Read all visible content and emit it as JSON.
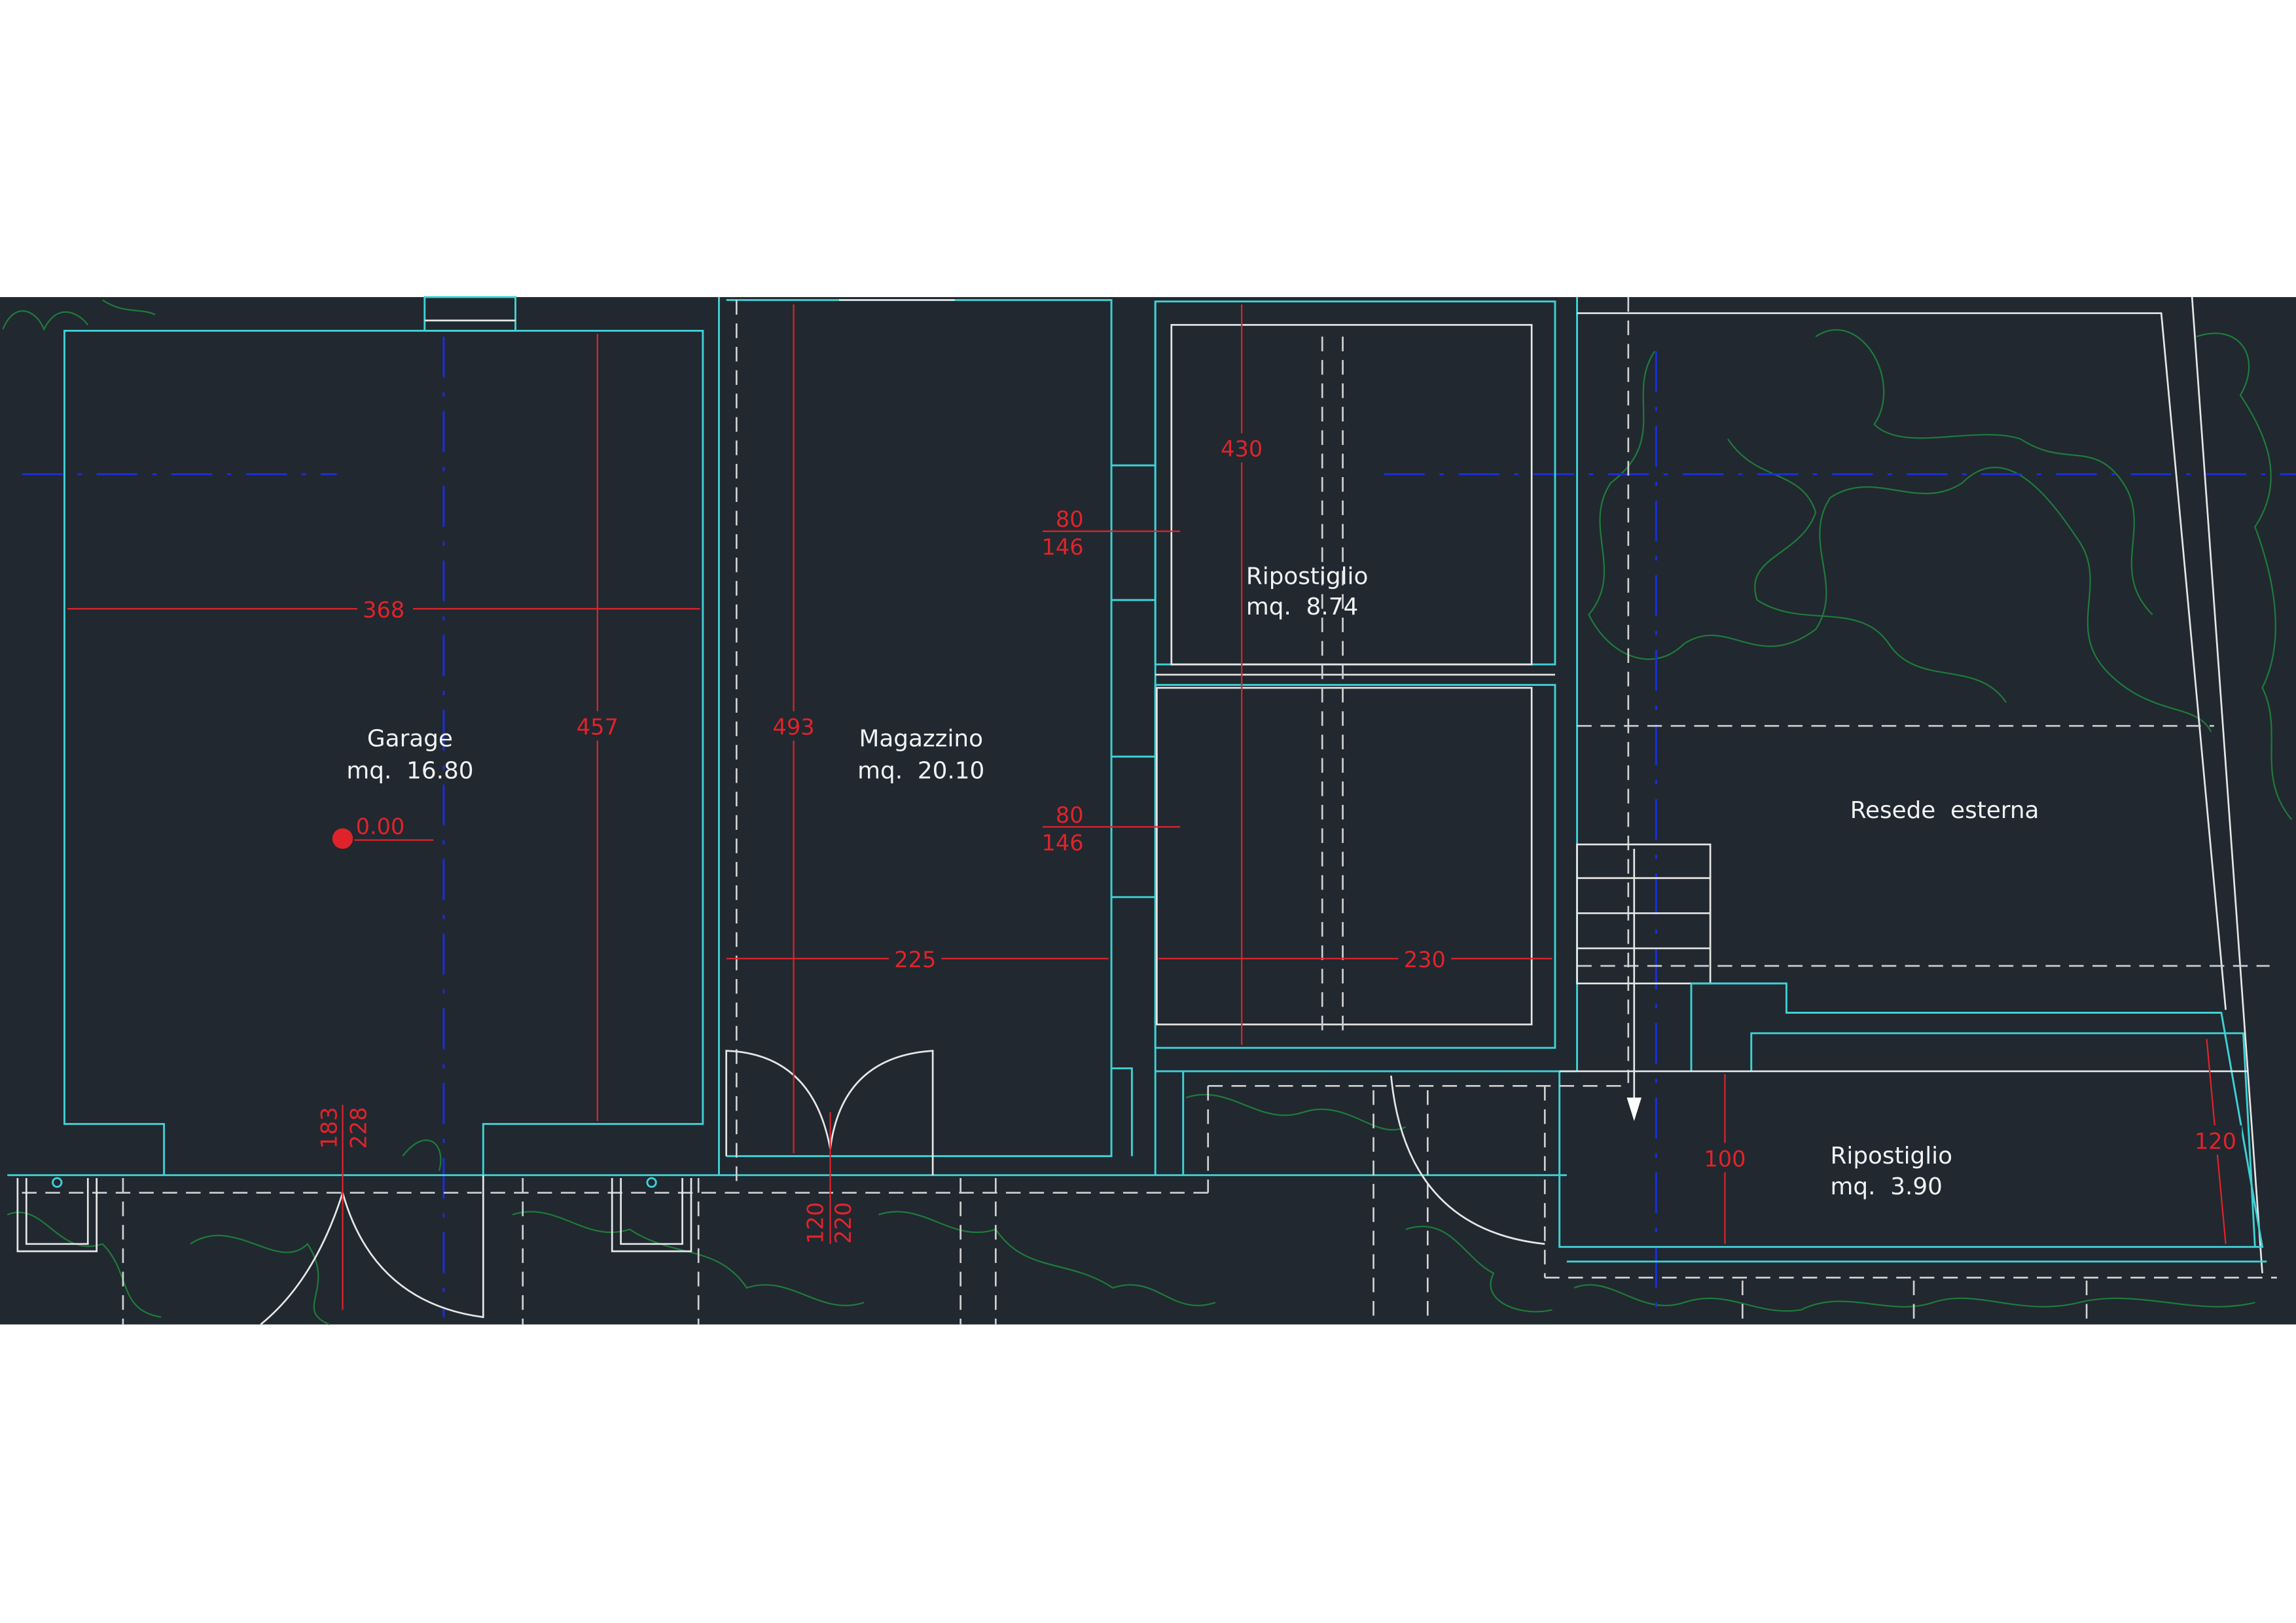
{
  "drawing": {
    "rooms": [
      {
        "name": "Garage",
        "area": "mq.  16.80"
      },
      {
        "name": "Magazzino",
        "area": "mq.  20.10"
      },
      {
        "name": "Ripostiglio",
        "area": "mq.  8.74"
      },
      {
        "name": "Resede  esterna",
        "area": ""
      },
      {
        "name": "Ripostiglio",
        "area": "mq.  3.90"
      }
    ],
    "dimensions": {
      "garage_width": "368",
      "garage_depth": "457",
      "magazzino_depth": "493",
      "magazzino_width": "225",
      "ripostiglio_width": "230",
      "ripostiglio_depth": "430",
      "window_1_top": "80",
      "window_1_bottom": "146",
      "window_2_top": "80",
      "window_2_bottom": "146",
      "garage_door_a": "183",
      "garage_door_b": "228",
      "magazzino_door_a": "120",
      "magazzino_door_b": "220",
      "rip2_left": "100",
      "rip2_right": "120"
    },
    "elevation": "0.00",
    "colors": {
      "background": "#212830",
      "walls": "#3fd0d4",
      "dimensions": "#e0232a",
      "axes": "#1a2fd0",
      "vegetation": "#1f7a3a"
    }
  }
}
